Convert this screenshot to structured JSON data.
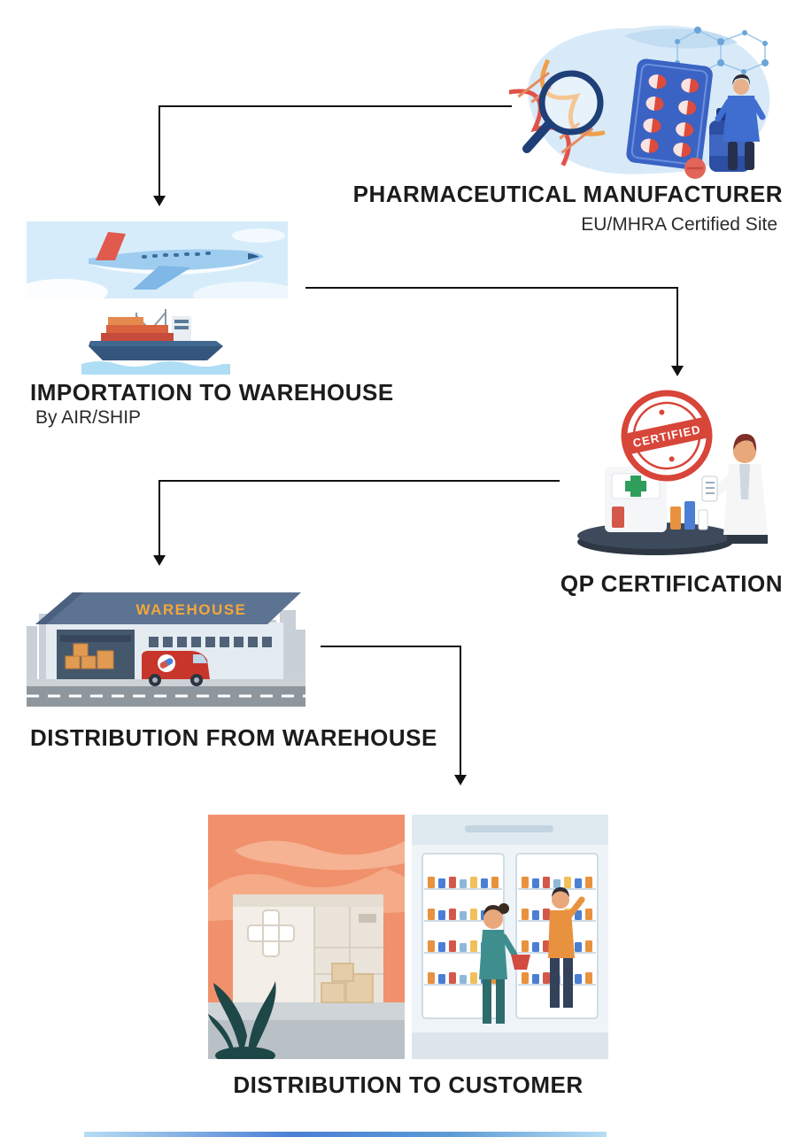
{
  "steps": {
    "manufacturer": {
      "title": "PHARMACEUTICAL MANUFACTURER",
      "subtitle": "EU/MHRA Certified Site"
    },
    "importation": {
      "title": "IMPORTATION TO WAREHOUSE",
      "subtitle": "By AIR/SHIP"
    },
    "qp_certification": {
      "title": "QP CERTIFICATION",
      "stamp_text": "CERTIFIED"
    },
    "distribution_from_warehouse": {
      "title": "DISTRIBUTION FROM WAREHOUSE",
      "warehouse_sign": "WAREHOUSE"
    },
    "distribution_to_customer": {
      "title": "DISTRIBUTION TO CUSTOMER"
    }
  },
  "colors": {
    "background": "#ffffff",
    "title_text": "#1c1c1c",
    "arrow": "#111111",
    "stamp_red": "#d63c2f",
    "warehouse_sign_orange": "#f2a73b",
    "plane_sky_blue": "#d7ecfa",
    "sunset_orange": "#f0916c",
    "footer_strip_blue": "#5b9bd5"
  },
  "icons": {
    "manufacturer_illustration": "dna-magnifier-pills-scientist",
    "airplane_icon": "passenger-airplane",
    "ship_icon": "cargo-container-ship",
    "qp_illustration": "certified-stamp-with-pharmacist",
    "warehouse_illustration": "warehouse-with-delivery-van",
    "pharmacy_storefront_icon": "pharmacy-building-exterior",
    "pharmacy_interior_icon": "pharmacy-shelves-with-customers"
  }
}
